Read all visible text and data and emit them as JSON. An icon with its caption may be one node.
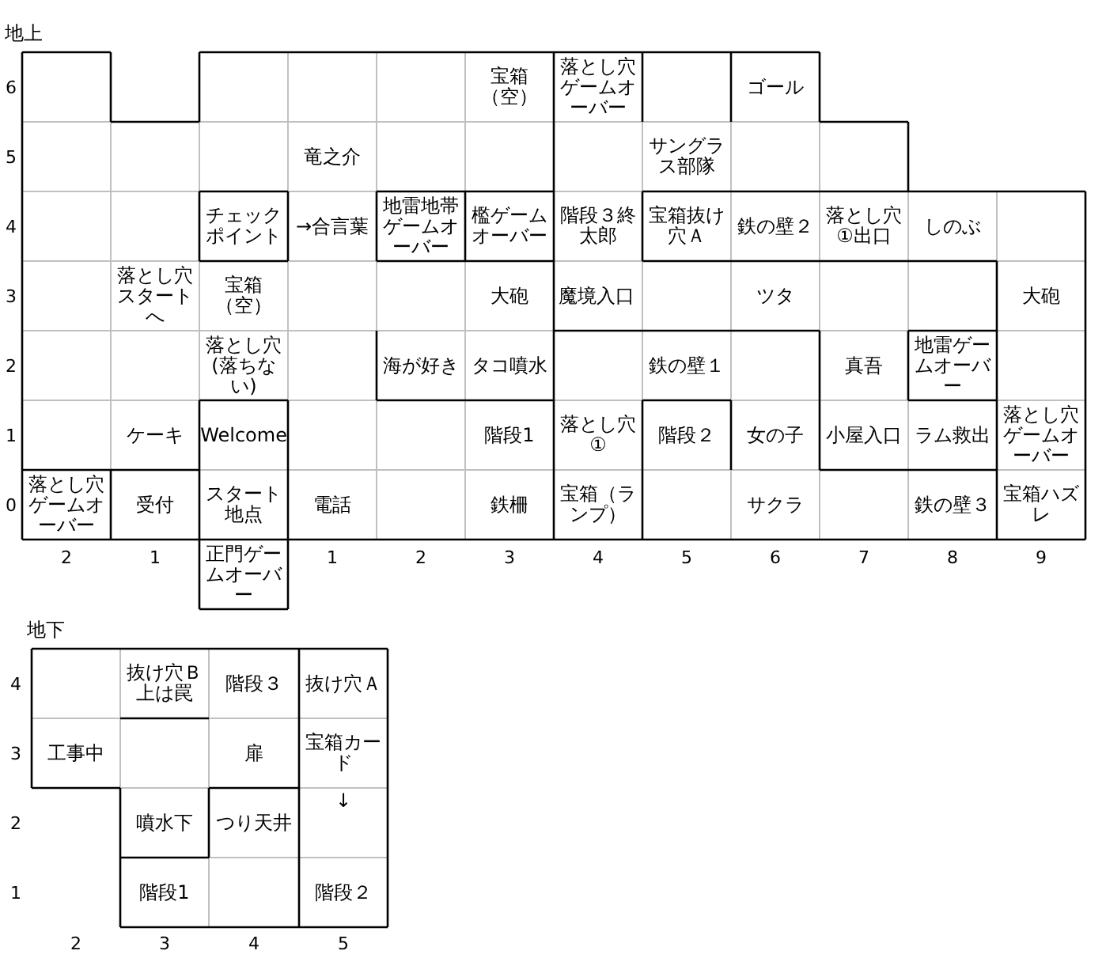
{
  "diagram": {
    "labels": [
      "地上",
      "6",
      "宝箱（空）",
      "落とし穴ゲームオーバー",
      "ゴール",
      "5",
      "竜之介",
      "サングラス部隊",
      "4",
      "チェックポイント",
      "→合言葉",
      "地雷地帯ゲームオーバー",
      "檻ゲームオーバー",
      "階段３終太郎",
      "宝箱抜け穴Ａ",
      "鉄の壁２",
      "落とし穴①出口",
      "しのぶ",
      "3",
      "落とし穴スタートへ",
      "宝箱（空）",
      "大砲",
      "魔境入口",
      "ツタ",
      "大砲",
      "2",
      "落とし穴(落ちない)",
      "海が好き",
      "タコ噴水",
      "鉄の壁１",
      "真吾",
      "地雷ゲームオーバー",
      "1",
      "ケーキ",
      "Welcome",
      "階段1",
      "落とし穴①",
      "階段２",
      "女の子",
      "小屋入口",
      "ラム救出",
      "落とし穴ゲームオーバー",
      "0",
      "落とし穴ゲームオーバー",
      "受付",
      "スタート地点",
      "電話",
      "鉄柵",
      "宝箱（ランプ）",
      "サクラ",
      "鉄の壁３",
      "宝箱ハズレ",
      "2",
      "1",
      "正門ゲームオーバー",
      "1",
      "2",
      "3",
      "4",
      "5",
      "6",
      "7",
      "8",
      "9",
      "地下",
      "4",
      "抜け穴Ｂ上は罠",
      "階段３",
      "抜け穴Ａ",
      "3",
      "工事中",
      "扉",
      "宝箱カード",
      "↓",
      "2",
      "噴水下",
      "つり天井",
      "1",
      "階段1",
      "階段２",
      "2",
      "3",
      "4",
      "5"
    ]
  }
}
